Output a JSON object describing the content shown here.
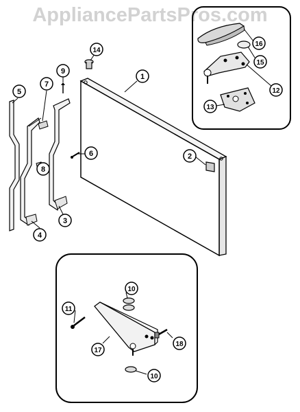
{
  "watermark": "AppliancePartsPros.com",
  "callouts": {
    "c1": "1",
    "c2": "2",
    "c3": "3",
    "c4": "4",
    "c5": "5",
    "c6": "6",
    "c7": "7",
    "c8": "8",
    "c9": "9",
    "c10a": "10",
    "c10b": "10",
    "c11": "11",
    "c12": "12",
    "c13": "13",
    "c14": "14",
    "c15": "15",
    "c16": "16",
    "c17": "17",
    "c18": "18"
  }
}
